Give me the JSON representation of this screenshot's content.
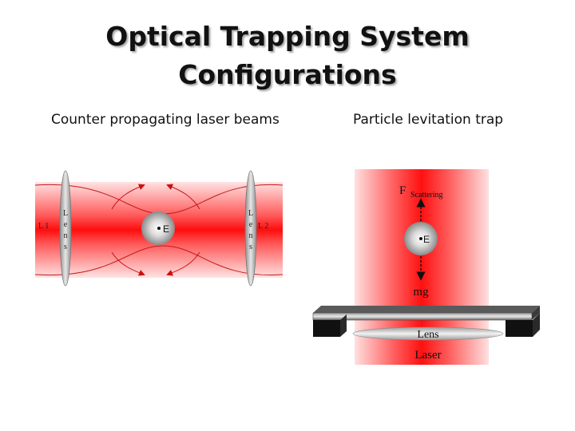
{
  "title": {
    "line1": "Optical Trapping System",
    "line2": "Configurations"
  },
  "left_panel": {
    "caption": "Counter propagating laser beams",
    "lens_left_label": "L 1",
    "lens_right_label": "L 2",
    "lens_letters": [
      "L",
      "e",
      "n",
      "s"
    ],
    "particle_label": "E"
  },
  "right_panel": {
    "caption": "Particle levitation trap",
    "force_label": "F",
    "force_subscript": "Scattering",
    "gravity_label": "mg",
    "particle_label": "E",
    "lens_label": "Lens",
    "laser_label": "Laser"
  },
  "colors": {
    "beam_red": "#ff1a1a",
    "beam_light": "#ffd6d6",
    "arrow_red": "#cc1111",
    "lens_gray": "#a8a8a8",
    "stage_dark": "#1a1a1a"
  }
}
